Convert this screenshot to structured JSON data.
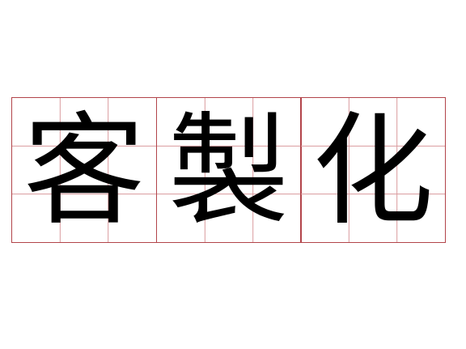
{
  "characters": [
    {
      "char": "客"
    },
    {
      "char": "製"
    },
    {
      "char": "化"
    }
  ],
  "colors": {
    "grid_line": "#b2444a",
    "glyph": "#000000",
    "background": "#ffffff"
  }
}
